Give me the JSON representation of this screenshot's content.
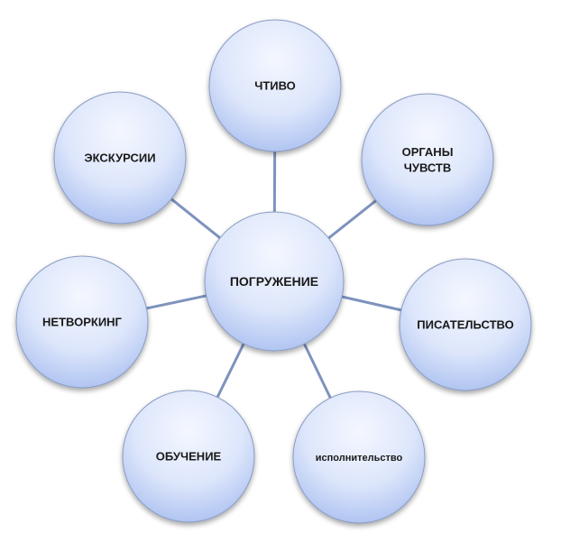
{
  "center": {
    "label": "ПОГРУЖЕНИЕ"
  },
  "satellites": [
    {
      "id": "chtivo",
      "lines": [
        "ЧТИВО"
      ]
    },
    {
      "id": "organy-chuvstv",
      "lines": [
        "ОРГАНЫ",
        "ЧУВСТВ"
      ]
    },
    {
      "id": "pisatelstvo",
      "lines": [
        "ПИСАТЕЛЬСТВО"
      ]
    },
    {
      "id": "ispolnitelstvo",
      "lines": [
        "исполнительство"
      ]
    },
    {
      "id": "obuchenie",
      "lines": [
        "ОБУЧЕНИЕ"
      ]
    },
    {
      "id": "networking",
      "lines": [
        "НЕТВОРКИНГ"
      ]
    },
    {
      "id": "ekskursii",
      "lines": [
        "ЭКСКУРСИИ"
      ]
    }
  ],
  "colors": {
    "circle_light": "#f4f7ff",
    "circle_mid": "#dde6fb",
    "circle_dark": "#a9bff0",
    "circle_stroke": "#8a9cc4",
    "connector": "#7d93bd",
    "text": "#1a1a1a"
  }
}
